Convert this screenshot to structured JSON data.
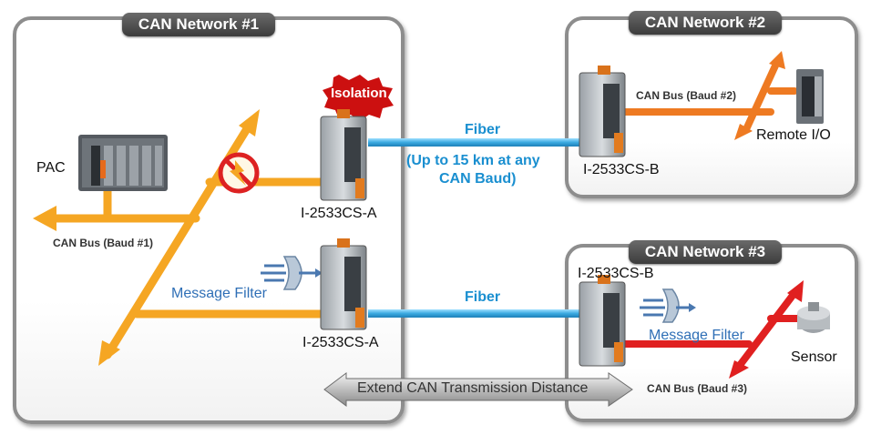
{
  "networks": {
    "n1": {
      "title": "CAN Network #1"
    },
    "n2": {
      "title": "CAN Network #2"
    },
    "n3": {
      "title": "CAN Network #3"
    }
  },
  "labels": {
    "pac": "PAC",
    "can_bus_1": "CAN Bus (Baud #1)",
    "can_bus_2": "CAN Bus (Baud #2)",
    "can_bus_3": "CAN Bus (Baud #3)",
    "isolation": "Isolation",
    "device_a_top": "I-2533CS-A",
    "device_a_bottom": "I-2533CS-A",
    "device_b_top": "I-2533CS-B",
    "device_b_bottom": "I-2533CS-B",
    "remote_io": "Remote I/O",
    "sensor": "Sensor",
    "message_filter_left": "Message Filter",
    "message_filter_right": "Message Filter",
    "extend": "Extend CAN Transmission Distance"
  },
  "fiber": {
    "top_label": "Fiber",
    "top_line1": "(Up to 15 km at any",
    "top_line2": "CAN Baud)",
    "bottom_label": "Fiber"
  },
  "colors": {
    "orange": "#f5a623",
    "dark_orange": "#ee7a22",
    "red": "#e02020",
    "fiber_blue": "#3fb3e6",
    "panel_border": "#8d8d8d"
  }
}
